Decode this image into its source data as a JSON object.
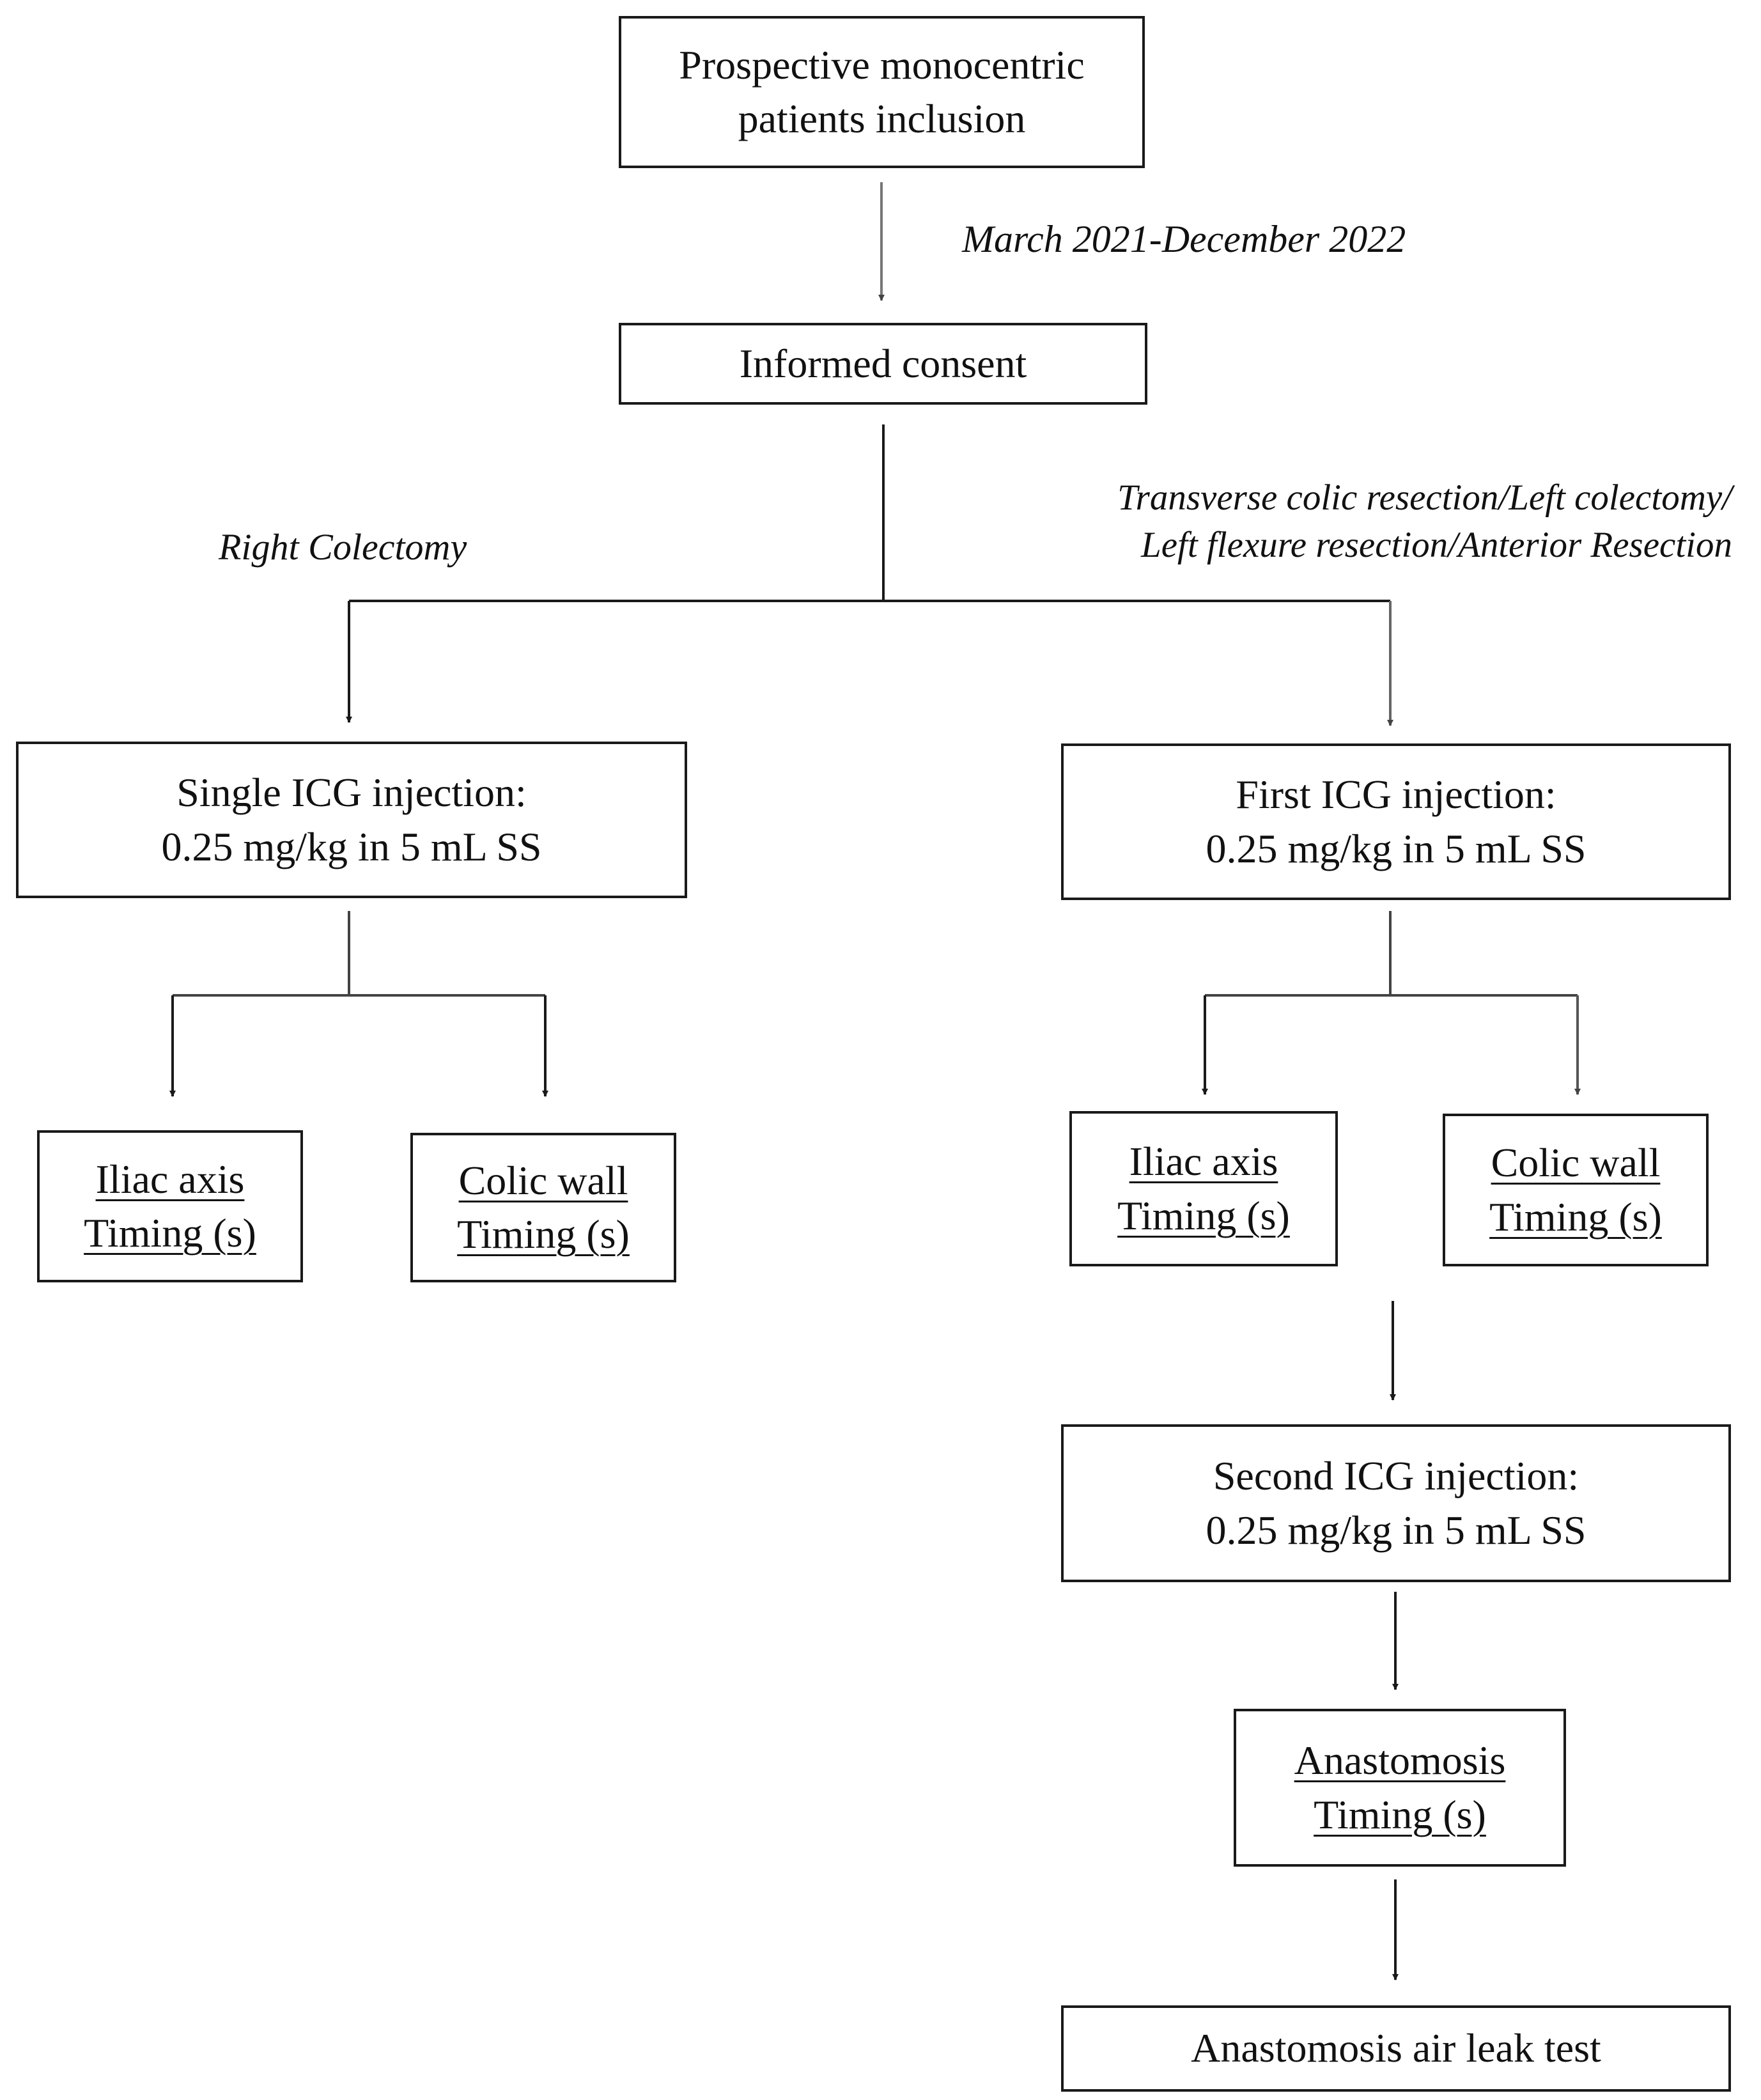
{
  "nodes": {
    "inclusion": [
      "Prospective monocentric",
      "patients inclusion"
    ],
    "consent": [
      "Informed consent"
    ],
    "single_injection": [
      "Single ICG injection:",
      "0.25 mg/kg in 5 mL SS"
    ],
    "first_injection": [
      "First ICG injection:",
      "0.25 mg/kg in 5 mL SS"
    ],
    "left_iliac": [
      "Iliac axis",
      "Timing (s)"
    ],
    "left_colic": [
      "Colic wall",
      "Timing (s)"
    ],
    "right_iliac": [
      "Iliac axis",
      "Timing (s)"
    ],
    "right_colic": [
      "Colic wall",
      "Timing (s)"
    ],
    "second_injection": [
      "Second ICG injection:",
      "0.25 mg/kg in 5 mL SS"
    ],
    "anastomosis_timing": [
      "Anastomosis",
      "Timing (s)"
    ],
    "air_leak": [
      "Anastomosis air leak test"
    ]
  },
  "labels": {
    "period": "March 2021-December 2022",
    "right_branch": "Right Colectomy",
    "left_branch": [
      "Transverse colic resection/Left colectomy/",
      "Left flexure resection/Anterior Resection"
    ]
  },
  "colors": {
    "line": "#1a1a1a",
    "arrow_gray": "#555555",
    "text": "#111111"
  }
}
